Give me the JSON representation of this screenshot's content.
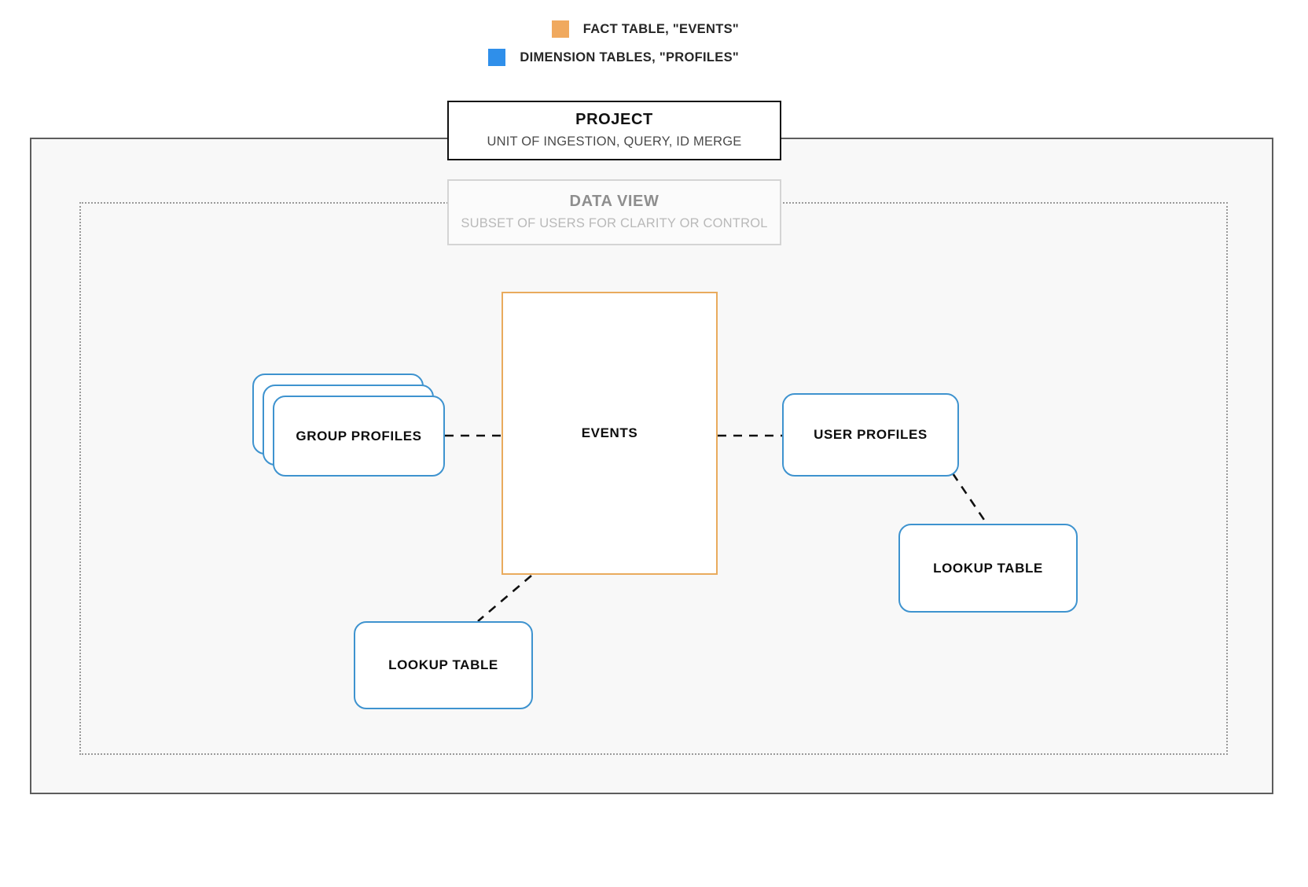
{
  "legend": {
    "items": [
      {
        "label": "FACT TABLE, \"EVENTS\"",
        "color": "#f0a95e",
        "icon": "square-swatch"
      },
      {
        "label": "DIMENSION TABLES, \"PROFILES\"",
        "color": "#2f8fea",
        "icon": "square-swatch"
      }
    ]
  },
  "frames": {
    "project": {
      "title": "PROJECT",
      "subtitle": "UNIT OF INGESTION, QUERY, ID MERGE",
      "border_color": "#111111"
    },
    "data_view": {
      "title": "DATA VIEW",
      "subtitle": "SUBSET OF USERS FOR CLARITY OR CONTROL",
      "border_color": "#d4d4d4"
    }
  },
  "nodes": {
    "fact_table": {
      "label": "EVENTS",
      "color": "#e9ab5d",
      "kind": "fact-table"
    },
    "group_profiles": {
      "label": "GROUP PROFILES",
      "color": "#3e93cf",
      "kind": "dimension-stack",
      "stack_count": 3
    },
    "user_profiles": {
      "label": "USER PROFILES",
      "color": "#3e93cf",
      "kind": "dimension-table"
    },
    "lookup_table_left": {
      "label": "LOOKUP TABLE",
      "color": "#3e93cf",
      "kind": "dimension-table"
    },
    "lookup_table_right": {
      "label": "LOOKUP TABLE",
      "color": "#3e93cf",
      "kind": "dimension-table"
    }
  },
  "connectors": [
    {
      "name": "group-profiles-to-events",
      "style": "dashed",
      "color": "#111111"
    },
    {
      "name": "events-to-user-profiles",
      "style": "dashed",
      "color": "#111111"
    },
    {
      "name": "events-to-lookup-table-left",
      "style": "dashed",
      "color": "#111111"
    },
    {
      "name": "user-profiles-to-lookup-table-right",
      "style": "dashed",
      "color": "#111111"
    }
  ]
}
